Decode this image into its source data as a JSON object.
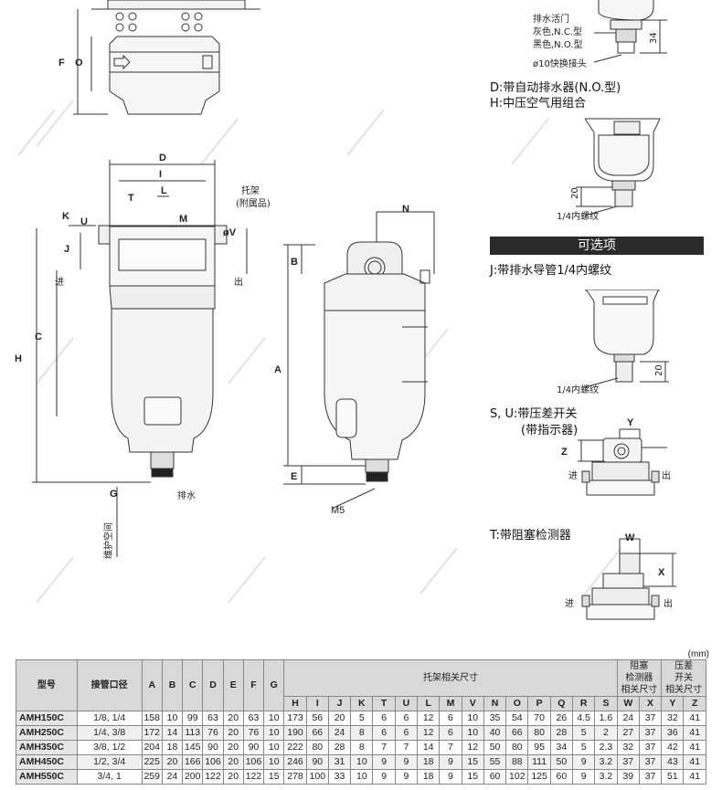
{
  "labels": {
    "F": "F",
    "O": "O",
    "D": "D",
    "I": "I",
    "L": "L",
    "T": "T",
    "M": "M",
    "K": "K",
    "U": "U",
    "J": "J",
    "V": "øV",
    "H": "H",
    "C": "C",
    "G": "G",
    "N": "N",
    "B": "B",
    "A": "A",
    "E": "E",
    "M5": "M5",
    "bracket": "托架",
    "bracket_sub": "(附属品)",
    "inlet": "进",
    "outlet": "出",
    "drain": "排水",
    "maint": "维护空间",
    "drain_cock": "排水活门",
    "gray_nc": "灰色,N.C.型",
    "black_no": "黑色,N.O.型",
    "quick": "ø10快换接头",
    "dim34": "34",
    "dim20a": "20",
    "dim20b": "20",
    "quarter_a": "1/4内螺纹",
    "quarter_b": "1/4内螺纹",
    "Y": "Y",
    "Z": "Z",
    "W": "W",
    "X": "X"
  },
  "captions": {
    "D": "D:带自动排水器(N.O.型)",
    "H": "H:中压空气用组合",
    "options": "可选项",
    "J": "J:带排水导管1/4内螺纹",
    "SU1": "S, U:带压差开关",
    "SU2": "(带指示器)",
    "T": "T:带阻塞检测器"
  },
  "unit": "(mm)",
  "table": {
    "h_model": "型号",
    "h_port": "接管口径",
    "h_bracket": "托架相关尺寸",
    "h_clog": [
      "阻塞",
      "检测器",
      "相关尺寸"
    ],
    "h_dps": [
      "压差",
      "开关",
      "相关尺寸"
    ],
    "cols_main": [
      "A",
      "B",
      "C",
      "D",
      "E",
      "F",
      "G"
    ],
    "cols_bracket": [
      "H",
      "I",
      "J",
      "K",
      "T",
      "U",
      "L",
      "M",
      "V",
      "N",
      "O",
      "P",
      "Q",
      "R",
      "S"
    ],
    "cols_clog": [
      "W",
      "X"
    ],
    "cols_dps": [
      "Y",
      "Z"
    ],
    "rows": [
      [
        "AMH150C",
        "1/8, 1/4",
        "158",
        "10",
        "99",
        "63",
        "20",
        "63",
        "10",
        "173",
        "56",
        "20",
        "5",
        "6",
        "6",
        "12",
        "6",
        "10",
        "35",
        "54",
        "70",
        "26",
        "4.5",
        "1.6",
        "24",
        "37",
        "32",
        "41"
      ],
      [
        "AMH250C",
        "1/4, 3/8",
        "172",
        "14",
        "113",
        "76",
        "20",
        "76",
        "10",
        "190",
        "66",
        "24",
        "8",
        "6",
        "6",
        "12",
        "6",
        "10",
        "40",
        "66",
        "80",
        "28",
        "5",
        "2",
        "27",
        "37",
        "36",
        "41"
      ],
      [
        "AMH350C",
        "3/8, 1/2",
        "204",
        "18",
        "145",
        "90",
        "20",
        "90",
        "10",
        "222",
        "80",
        "28",
        "8",
        "7",
        "7",
        "14",
        "7",
        "12",
        "50",
        "80",
        "95",
        "34",
        "5",
        "2.3",
        "32",
        "37",
        "42",
        "41"
      ],
      [
        "AMH450C",
        "1/2, 3/4",
        "225",
        "20",
        "166",
        "106",
        "20",
        "106",
        "10",
        "246",
        "90",
        "31",
        "10",
        "9",
        "9",
        "18",
        "9",
        "15",
        "55",
        "88",
        "111",
        "50",
        "9",
        "3.2",
        "37",
        "37",
        "43",
        "41"
      ],
      [
        "AMH550C",
        "3/4, 1",
        "259",
        "24",
        "200",
        "122",
        "20",
        "122",
        "15",
        "278",
        "100",
        "33",
        "10",
        "9",
        "9",
        "18",
        "9",
        "15",
        "60",
        "102",
        "125",
        "60",
        "9",
        "3.2",
        "39",
        "37",
        "51",
        "41"
      ]
    ]
  }
}
